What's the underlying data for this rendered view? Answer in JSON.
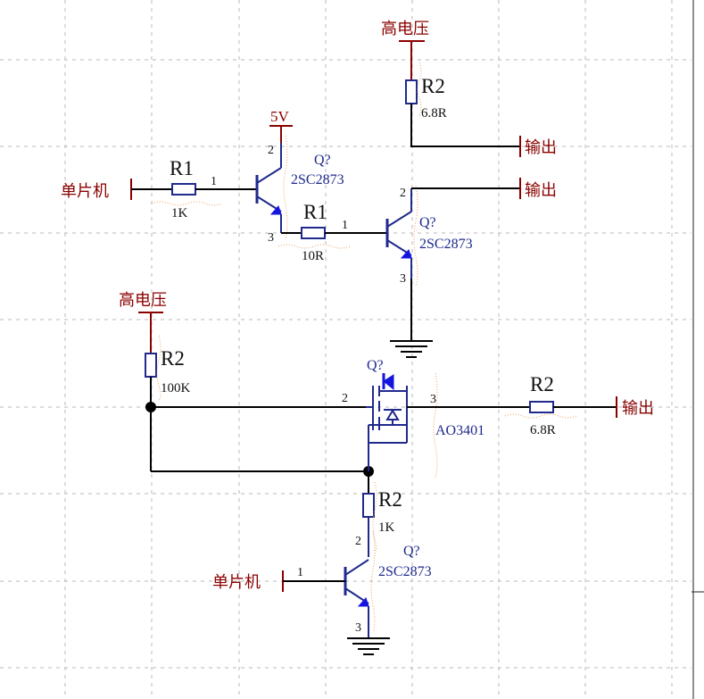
{
  "ports": {
    "hv_top": "高电压",
    "hv_left": "高电压",
    "mcu_top": "单片机",
    "mcu_bottom": "单片机",
    "out_1": "输出",
    "out_2": "输出",
    "out_3": "输出",
    "supply_5v": "5V"
  },
  "resistors": {
    "r_top": {
      "ref": "R2",
      "value": "6.8R"
    },
    "r_base1": {
      "ref": "R1",
      "value": "1K"
    },
    "r_base2": {
      "ref": "R1",
      "value": "10R"
    },
    "r_pullup": {
      "ref": "R2",
      "value": "100K"
    },
    "r_out": {
      "ref": "R2",
      "value": "6.8R"
    },
    "r_drain": {
      "ref": "R2",
      "value": "1K"
    }
  },
  "transistors": {
    "q1": {
      "ref": "Q?",
      "part": "2SC2873",
      "pin_b": "1",
      "pin_c": "2",
      "pin_e": "3"
    },
    "q2": {
      "ref": "Q?",
      "part": "2SC2873",
      "pin_b": "1",
      "pin_c": "2",
      "pin_e": "3"
    },
    "q4": {
      "ref": "Q?",
      "part": "2SC2873",
      "pin_b": "1",
      "pin_c": "2",
      "pin_e": "3"
    }
  },
  "mosfet": {
    "ref": "Q?",
    "part": "AO3401",
    "pin_g": "2",
    "pin_d": "3"
  },
  "colors": {
    "wire": "#000000",
    "component": "#1f2a8c",
    "power_port": "#8b0000",
    "arrow": "#1515e0",
    "grid": "#b9b9b9"
  }
}
